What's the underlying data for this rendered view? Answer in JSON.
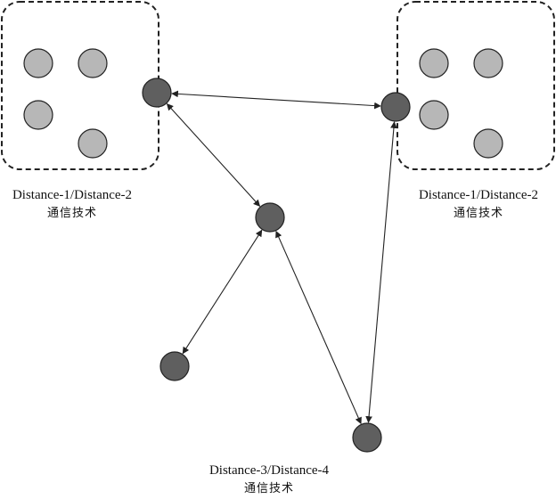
{
  "labels": {
    "cluster_left": {
      "line1": "Distance-1/Distance-2",
      "line2": "通信技术"
    },
    "cluster_right": {
      "line1": "Distance-1/Distance-2",
      "line2": "通信技术"
    },
    "bottom": {
      "line1": "Distance-3/Distance-4",
      "line2": "通信技术"
    }
  },
  "colors": {
    "gateway_node": "#5f5f5f",
    "member_node": "#b7b7b7",
    "stroke": "#222222"
  },
  "edges": [
    [
      "gateway-left",
      "gateway-right"
    ],
    [
      "gateway-left",
      "center-node"
    ],
    [
      "center-node",
      "lower-left-node"
    ],
    [
      "center-node",
      "bottom-node"
    ],
    [
      "gateway-right",
      "bottom-node"
    ]
  ]
}
